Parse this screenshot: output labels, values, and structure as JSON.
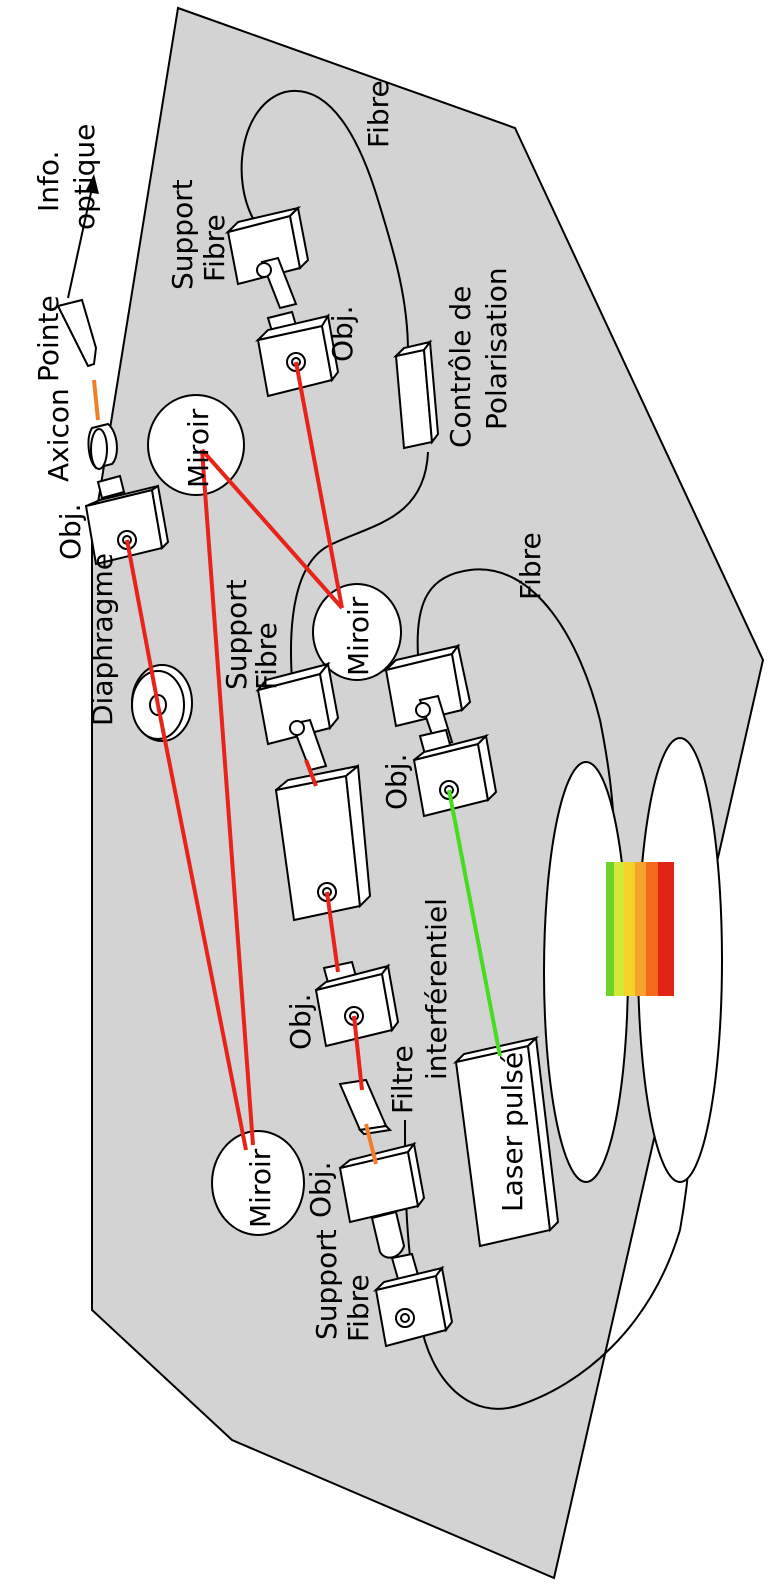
{
  "colors": {
    "table": "#d3d3d3",
    "beam_red": "#e8231a",
    "beam_orange": "#f07f2c",
    "beam_green": "#46dc22",
    "spool_1": "#e02415",
    "spool_2": "#f36a1b",
    "spool_3": "#f8a12c",
    "spool_4": "#f4d227",
    "spool_5": "#d4e838",
    "spool_6": "#6fd12b"
  },
  "labels": {
    "info": "Info.",
    "optique": "optique",
    "fibre_top": "Fibre",
    "support_top_1": "Support",
    "support_top_2": "Fibre",
    "pointe": "Pointe",
    "axicon": "Axicon",
    "miroir_top": "Miroir",
    "obj_top_right": "Obj.",
    "controle_1": "Contrôle de",
    "controle_2": "Polarisation",
    "obj_left": "Obj.",
    "diaphragme": "Diaphragme",
    "support_mid_1": "Support",
    "support_mid_2": "Fibre",
    "miroir_mid": "Miroir",
    "fibre_mid": "Fibre",
    "obj_mid": "Obj.",
    "obj_lower": "Obj.",
    "filtre_1": "Filtre",
    "filtre_2": "interférentiel",
    "laser": "Laser pulsé",
    "miroir_bottom": "Miroir",
    "obj_bottom": "Obj.",
    "support_bottom_1": "Support",
    "support_bottom_2": "Fibre"
  }
}
